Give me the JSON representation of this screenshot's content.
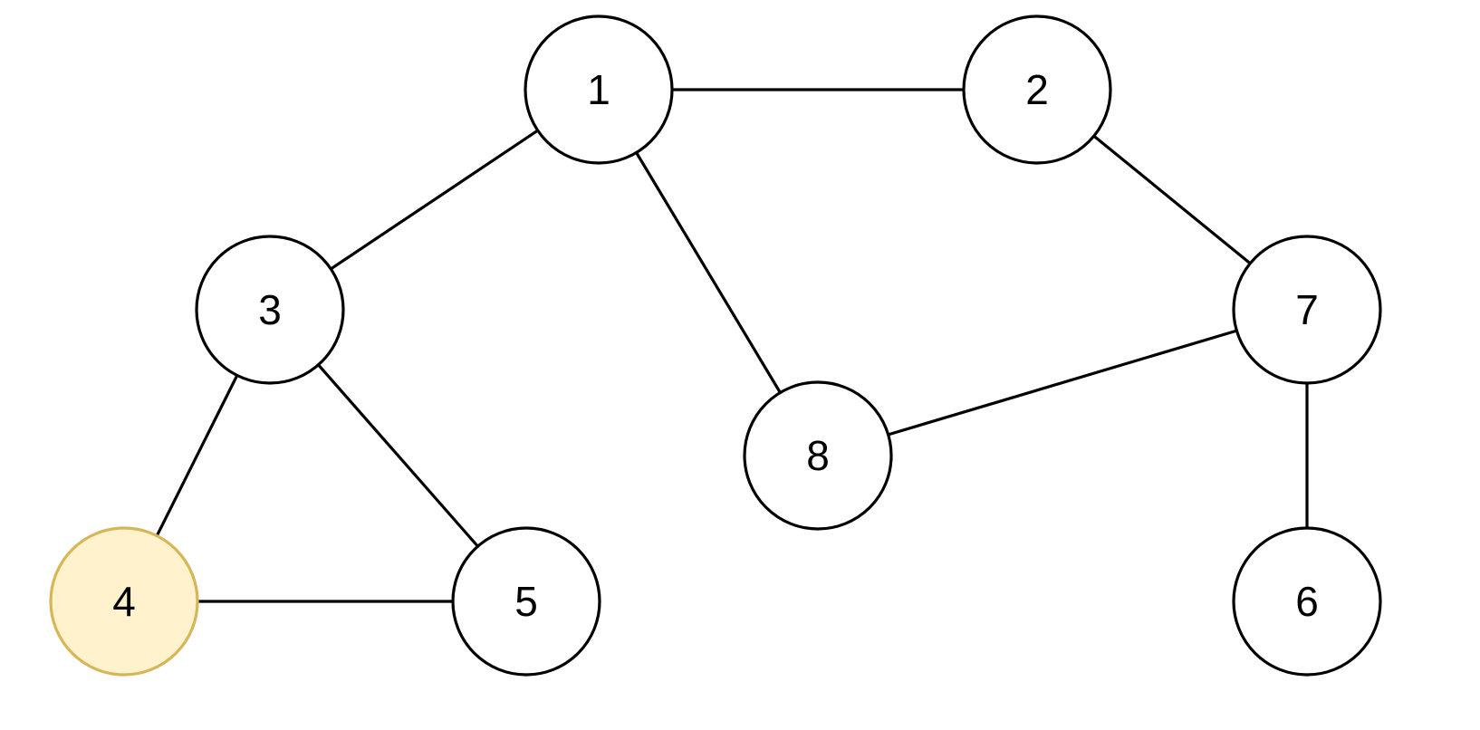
{
  "diagram": {
    "type": "undirected-graph",
    "colors": {
      "stroke": "#000000",
      "node_fill": "#ffffff",
      "highlight_fill": "#fff2cc",
      "highlight_stroke": "#d6b656",
      "label": "#000000"
    },
    "nodes": [
      {
        "id": "1",
        "label": "1",
        "highlighted": false
      },
      {
        "id": "2",
        "label": "2",
        "highlighted": false
      },
      {
        "id": "3",
        "label": "3",
        "highlighted": false
      },
      {
        "id": "4",
        "label": "4",
        "highlighted": true
      },
      {
        "id": "5",
        "label": "5",
        "highlighted": false
      },
      {
        "id": "6",
        "label": "6",
        "highlighted": false
      },
      {
        "id": "7",
        "label": "7",
        "highlighted": false
      },
      {
        "id": "8",
        "label": "8",
        "highlighted": false
      }
    ],
    "edges": [
      {
        "from": "1",
        "to": "2"
      },
      {
        "from": "1",
        "to": "3"
      },
      {
        "from": "1",
        "to": "8"
      },
      {
        "from": "2",
        "to": "7"
      },
      {
        "from": "3",
        "to": "4"
      },
      {
        "from": "3",
        "to": "5"
      },
      {
        "from": "4",
        "to": "5"
      },
      {
        "from": "7",
        "to": "8"
      },
      {
        "from": "7",
        "to": "6"
      }
    ]
  }
}
